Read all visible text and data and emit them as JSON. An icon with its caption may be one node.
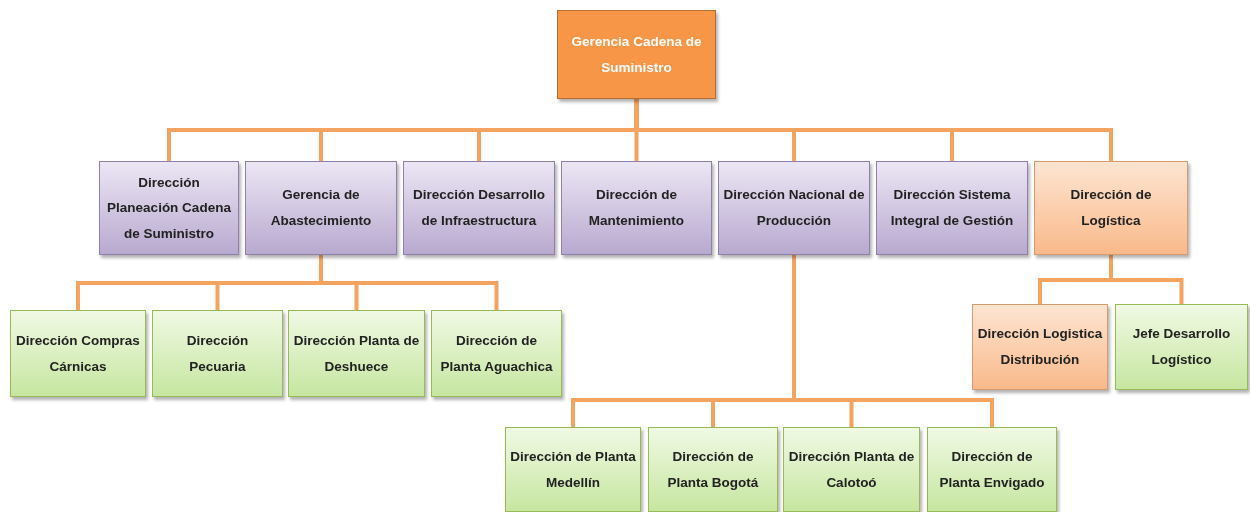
{
  "diagram": {
    "nodes": [
      {
        "text": [
          "Gerencia Cadena de Suministro"
        ]
      },
      {
        "text": [
          "Dirección Planeación Cadena de Suministro"
        ]
      },
      {
        "text": [
          "Gerencia de Abastecimiento"
        ]
      },
      {
        "text": [
          "Dirección Desarrollo de Infraestructura"
        ]
      },
      {
        "text": [
          "Dirección de Mantenimiento"
        ]
      },
      {
        "text": [
          "Dirección Nacional de Producción"
        ]
      },
      {
        "text": [
          "Dirección Sistema Integral de Gestión"
        ]
      },
      {
        "text": [
          "Dirección de Logística"
        ]
      },
      {
        "text": [
          "Dirección Compras Cárnicas"
        ]
      },
      {
        "text": [
          "Dirección Pecuaria"
        ]
      },
      {
        "text": [
          "Dirección Planta de Deshuece"
        ]
      },
      {
        "text": [
          "Dirección de Planta Aguachica"
        ]
      },
      {
        "text": [
          "Dirección Logistica Distribución"
        ]
      },
      {
        "text": [
          "Jefe Desarrollo Logístico"
        ]
      },
      {
        "text": [
          "Dirección de Planta Medellín"
        ]
      },
      {
        "text": [
          "Dirección de Planta Bogotá"
        ]
      },
      {
        "text": [
          "Dirección Planta de Calotoó"
        ]
      },
      {
        "text": [
          "Dirección de Planta Envigado"
        ]
      }
    ],
    "edges": [
      {
        "from": 0,
        "to": 1,
        "arrow": "none"
      },
      {
        "from": 0,
        "to": 2,
        "arrow": "none"
      },
      {
        "from": 0,
        "to": 3,
        "arrow": "none"
      },
      {
        "from": 0,
        "to": 4,
        "arrow": "none"
      },
      {
        "from": 0,
        "to": 5,
        "arrow": "none"
      },
      {
        "from": 0,
        "to": 6,
        "arrow": "none"
      },
      {
        "from": 0,
        "to": 7,
        "arrow": "none"
      },
      {
        "from": 2,
        "to": 8,
        "arrow": "none"
      },
      {
        "from": 2,
        "to": 9,
        "arrow": "none"
      },
      {
        "from": 2,
        "to": 10,
        "arrow": "none"
      },
      {
        "from": 2,
        "to": 11,
        "arrow": "none"
      },
      {
        "from": 7,
        "to": 12,
        "arrow": "none"
      },
      {
        "from": 7,
        "to": 13,
        "arrow": "none"
      },
      {
        "from": 5,
        "to": 14,
        "arrow": "none"
      },
      {
        "from": 5,
        "to": 15,
        "arrow": "none"
      },
      {
        "from": 5,
        "to": 16,
        "arrow": "none"
      },
      {
        "from": 5,
        "to": 17,
        "arrow": "none"
      }
    ]
  }
}
